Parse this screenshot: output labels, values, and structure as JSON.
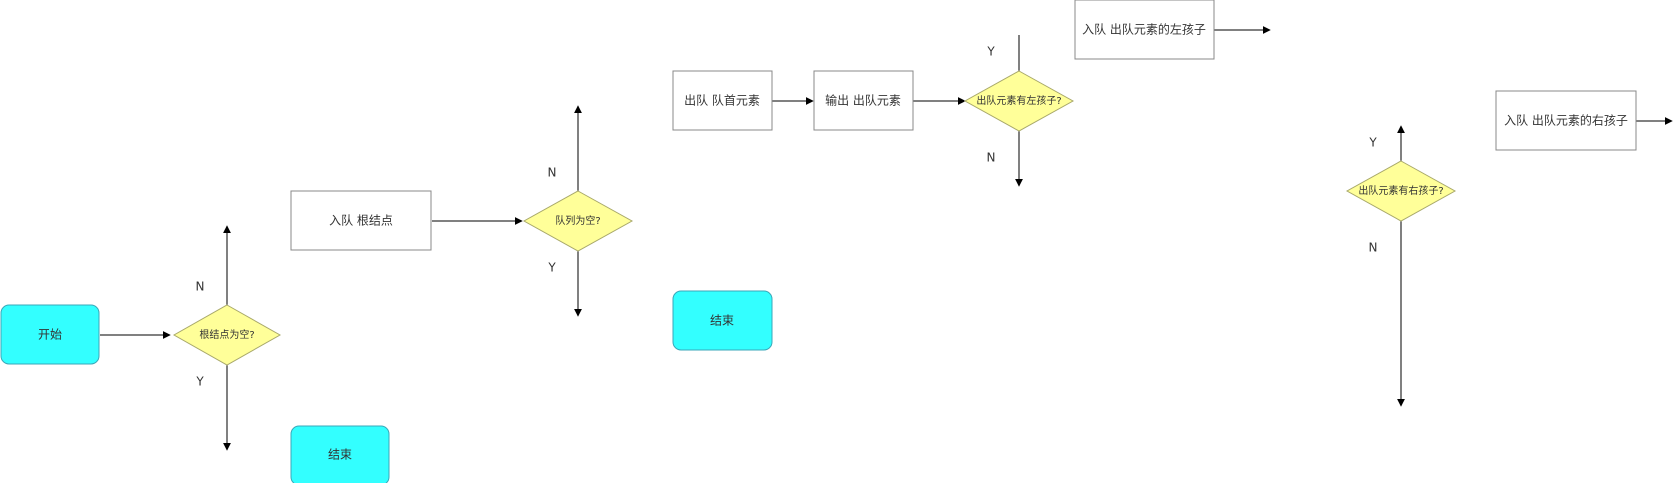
{
  "colors": {
    "terminal_fill": "#33ffff",
    "terminal_stroke": "#3aa7b8",
    "decision_fill": "#ffff99",
    "decision_stroke": "#a8a86a",
    "process_fill": "#ffffff",
    "process_stroke": "#888888",
    "edge": "#000000"
  },
  "nodes": {
    "start": "开始",
    "root_empty": "根结点为空?",
    "end_1": "结束",
    "enqueue_root": "入队 根结点",
    "queue_empty": "队列为空?",
    "end_2": "结束",
    "dequeue_head": "出队 队首元素",
    "output_elem": "输出 出队元素",
    "has_left": "出队元素有左孩子?",
    "enqueue_left": "入队 出队元素的左孩子",
    "has_right": "出队元素有右孩子?",
    "enqueue_right": "入队 出队元素的右孩子"
  },
  "labels": {
    "root_n": "N",
    "root_y": "Y",
    "queue_n": "N",
    "queue_y": "Y",
    "left_y": "Y",
    "left_n": "N",
    "right_y": "Y",
    "right_n": "N"
  }
}
